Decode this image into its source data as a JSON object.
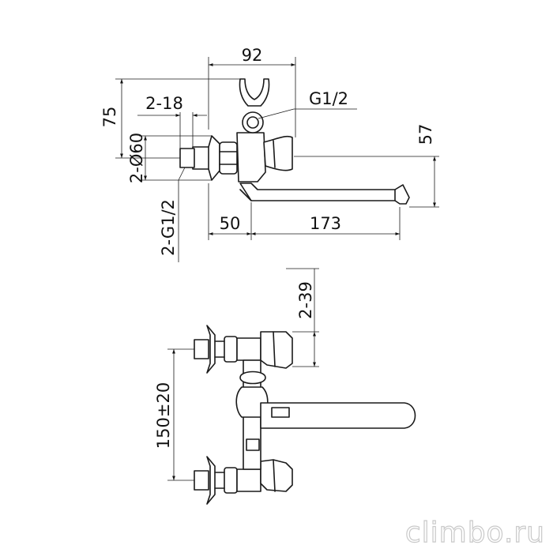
{
  "dimensions": {
    "top_width": "92",
    "connection_thread": "G1/2",
    "body_height": "75",
    "eccentric_length": "2-18",
    "flange_diameter": "2-Ø60",
    "inlet_thread": "2-G1/2",
    "spout_height": "57",
    "offset_length": "50",
    "spout_length": "173",
    "handle_depth": "2-39",
    "center_distance": "150±20"
  },
  "watermark": "climbo.ru"
}
